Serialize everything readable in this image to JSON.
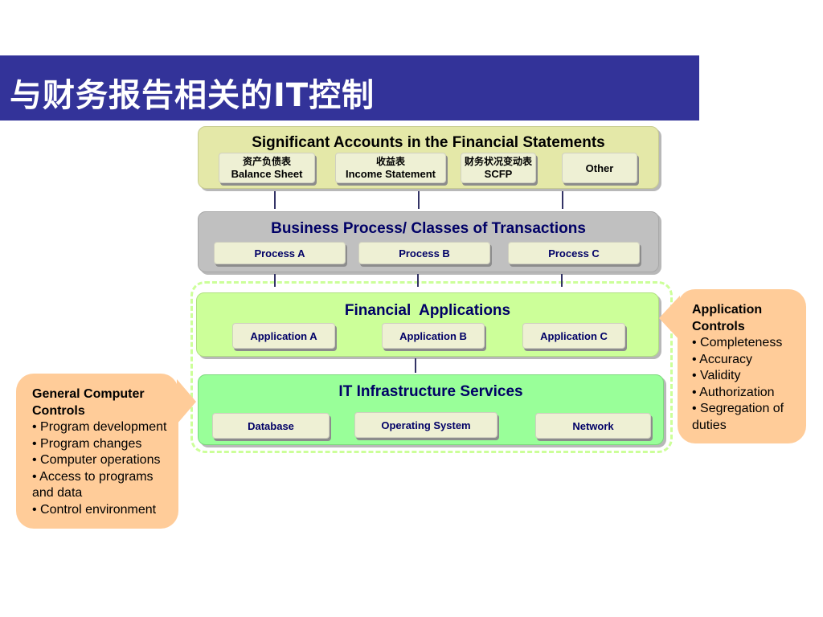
{
  "slide_title": "与财务报告相关的IT控制",
  "significant_accounts": {
    "title": "Significant Accounts in the Financial Statements",
    "items": [
      {
        "zh": "资产负债表",
        "en": "Balance Sheet"
      },
      {
        "zh": "收益表",
        "en": "Income Statement"
      },
      {
        "zh": "财务状况变动表",
        "en": "SCFP"
      },
      {
        "zh": "",
        "en": "Other"
      }
    ]
  },
  "business_process": {
    "title": "Business Process/ Classes of Transactions",
    "items": [
      "Process A",
      "Process B",
      "Process C"
    ]
  },
  "financial_applications": {
    "title": "Financial  Applications",
    "items": [
      "Application A",
      "Application B",
      "Application C"
    ]
  },
  "it_infrastructure": {
    "title": "IT Infrastructure Services",
    "items": [
      "Database",
      "Operating System",
      "Network"
    ]
  },
  "application_controls": {
    "heading": "Application Controls",
    "items": [
      "Completeness",
      "Accuracy",
      "Validity",
      "Authorization",
      "Segregation of duties"
    ]
  },
  "general_computer_controls": {
    "heading": "General Computer Controls",
    "items": [
      "Program development",
      "Program changes",
      "Computer operations",
      "Access to programs and data",
      "Control environment"
    ]
  },
  "colors": {
    "banner": "#333399",
    "accounts_panel": "#e4e8a8",
    "process_panel": "#c0c0c0",
    "app_panel": "#ccff99",
    "infra_panel": "#99ff99",
    "callout": "#ffcc99",
    "dashed_border": "#ccff99",
    "title_navy": "#000066"
  }
}
